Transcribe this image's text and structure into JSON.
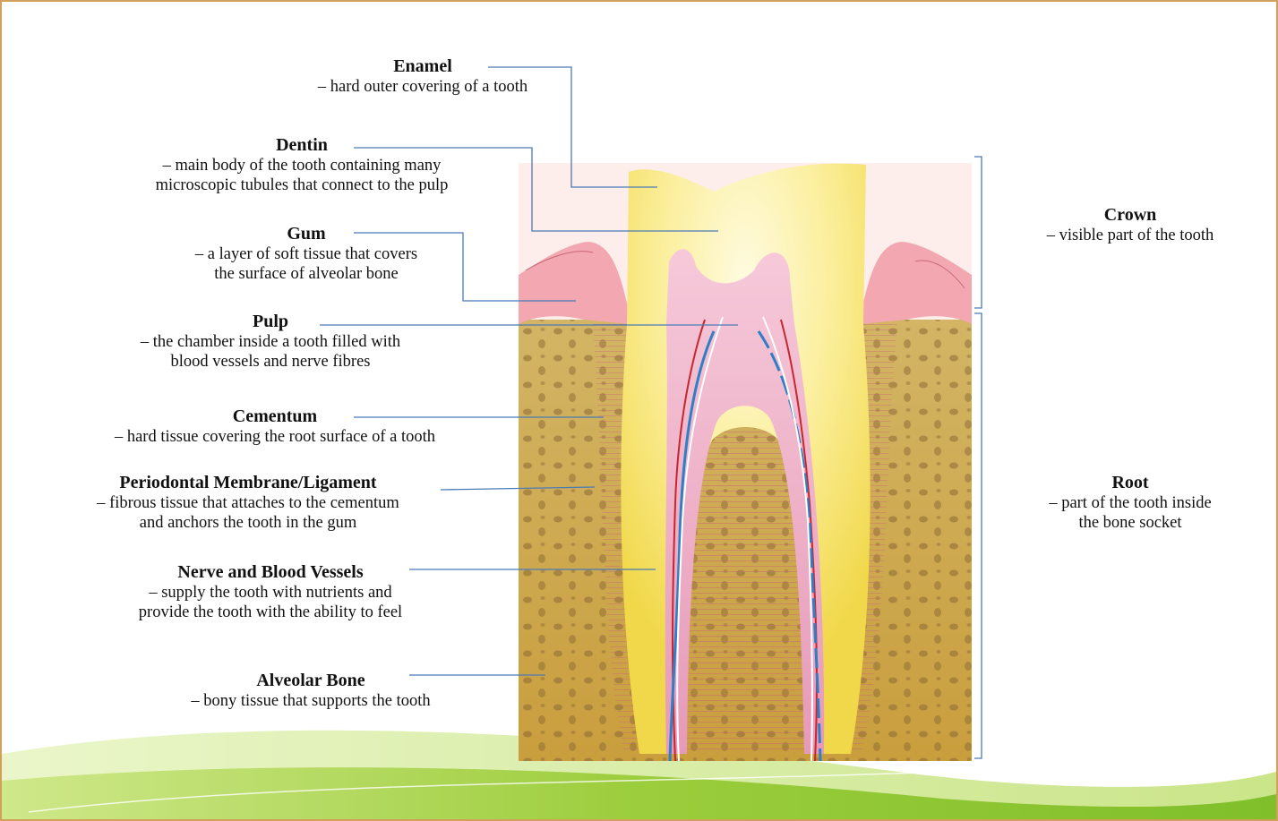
{
  "labels": {
    "enamel": {
      "title": "Enamel",
      "lines": [
        "– hard outer covering of a tooth"
      ]
    },
    "dentin": {
      "title": "Dentin",
      "lines": [
        "– main body of the tooth containing many",
        "microscopic tubules that connect to the pulp"
      ]
    },
    "gum": {
      "title": "Gum",
      "lines": [
        "– a layer of soft tissue that covers",
        "the surface of alveolar bone"
      ]
    },
    "pulp": {
      "title": "Pulp",
      "lines": [
        "– the chamber inside a tooth filled with",
        "blood vessels and nerve fibres"
      ]
    },
    "cementum": {
      "title": "Cementum",
      "lines": [
        "– hard tissue covering the root surface of a tooth"
      ]
    },
    "periodontal": {
      "title": "Periodontal Membrane/Ligament",
      "lines": [
        "– fibrous tissue that attaches to the cementum",
        "and anchors the tooth in the gum"
      ]
    },
    "nerve": {
      "title": "Nerve and Blood Vessels",
      "lines": [
        "– supply the tooth with nutrients and",
        "provide the tooth with the ability to feel"
      ]
    },
    "bone": {
      "title": "Alveolar Bone",
      "lines": [
        "– bony tissue that supports the tooth"
      ]
    },
    "crown": {
      "title": "Crown",
      "lines": [
        "– visible part of the tooth"
      ]
    },
    "root": {
      "title": "Root",
      "lines": [
        "– part of the tooth inside",
        "the bone socket"
      ]
    }
  },
  "colors": {
    "border": "#d2a05a",
    "leader_line": "#4a7bb7",
    "enamel": "#f6e24e",
    "dentin": "#fbf1a4",
    "pulp": "#eca6c2",
    "gum": "#f2a7b1",
    "bone": "#d7b65a",
    "nerve": "#ffffff",
    "artery": "#c8262d",
    "vein": "#2f7fc6",
    "wave": "#9ccd3c"
  }
}
